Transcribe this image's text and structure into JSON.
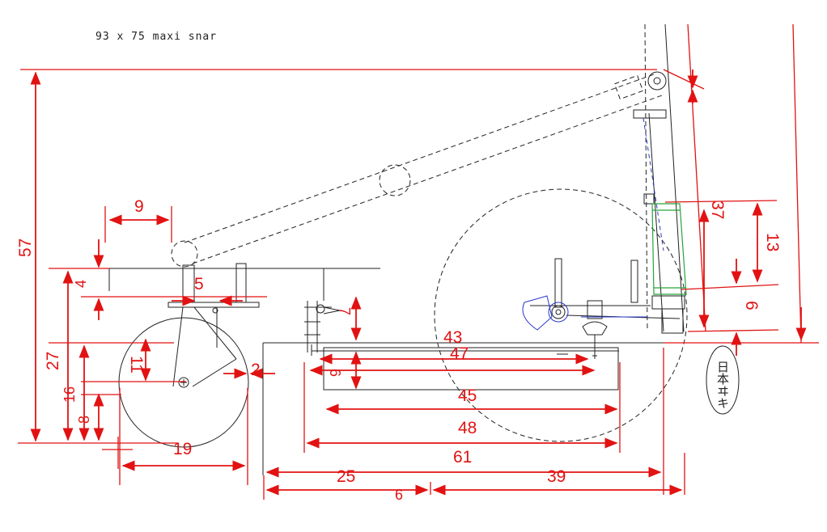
{
  "title": "93 x 75 maxi snar",
  "dimensions": {
    "overall_height": "57",
    "top_left_offset": "9",
    "seat_drop": "4",
    "axle_height": "27",
    "front_axle_mid": "16",
    "caster_low": "8",
    "caster_fork": "11",
    "bracket": "5",
    "caster_gap": "2",
    "caster_wheel": "19",
    "frame_inner_a": "43",
    "frame_inner_b": "47",
    "frame_height_small": "6",
    "frame_height_tall": "7",
    "frame_45": "45",
    "frame_48": "48",
    "frame_61": "61",
    "base_left": "25",
    "base_right": "39",
    "bottom_small": "6",
    "handle_37": "37",
    "handle_13": "13",
    "handle_6": "6"
  },
  "side_note": "日本ヰキ"
}
